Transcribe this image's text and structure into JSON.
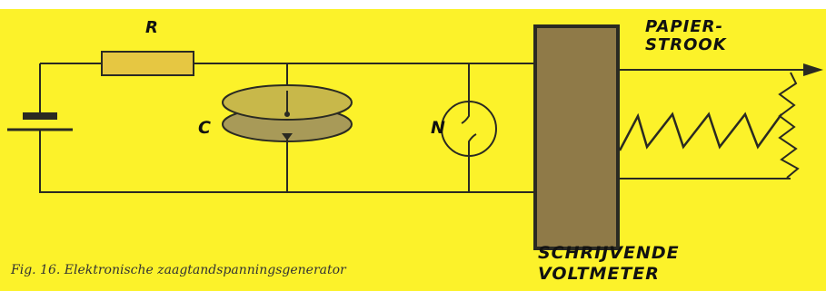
{
  "colors": {
    "background": "#fcf22a",
    "line": "#2a2a22",
    "resistor": "#e6c742",
    "plate_top": "#c8b84a",
    "plate_bottom": "#a89a58",
    "meter": "#8f7a48"
  },
  "labels": {
    "resistor": "R",
    "capacitor": "C",
    "neon": "N",
    "paper_line1": "PAPIER-",
    "paper_line2": "STROOK",
    "meter_line1": "SCHRIJVENDE",
    "meter_line2": "VOLTMETER"
  },
  "caption": "Fig. 16. Elektronische zaagtandspanningsgenerator"
}
